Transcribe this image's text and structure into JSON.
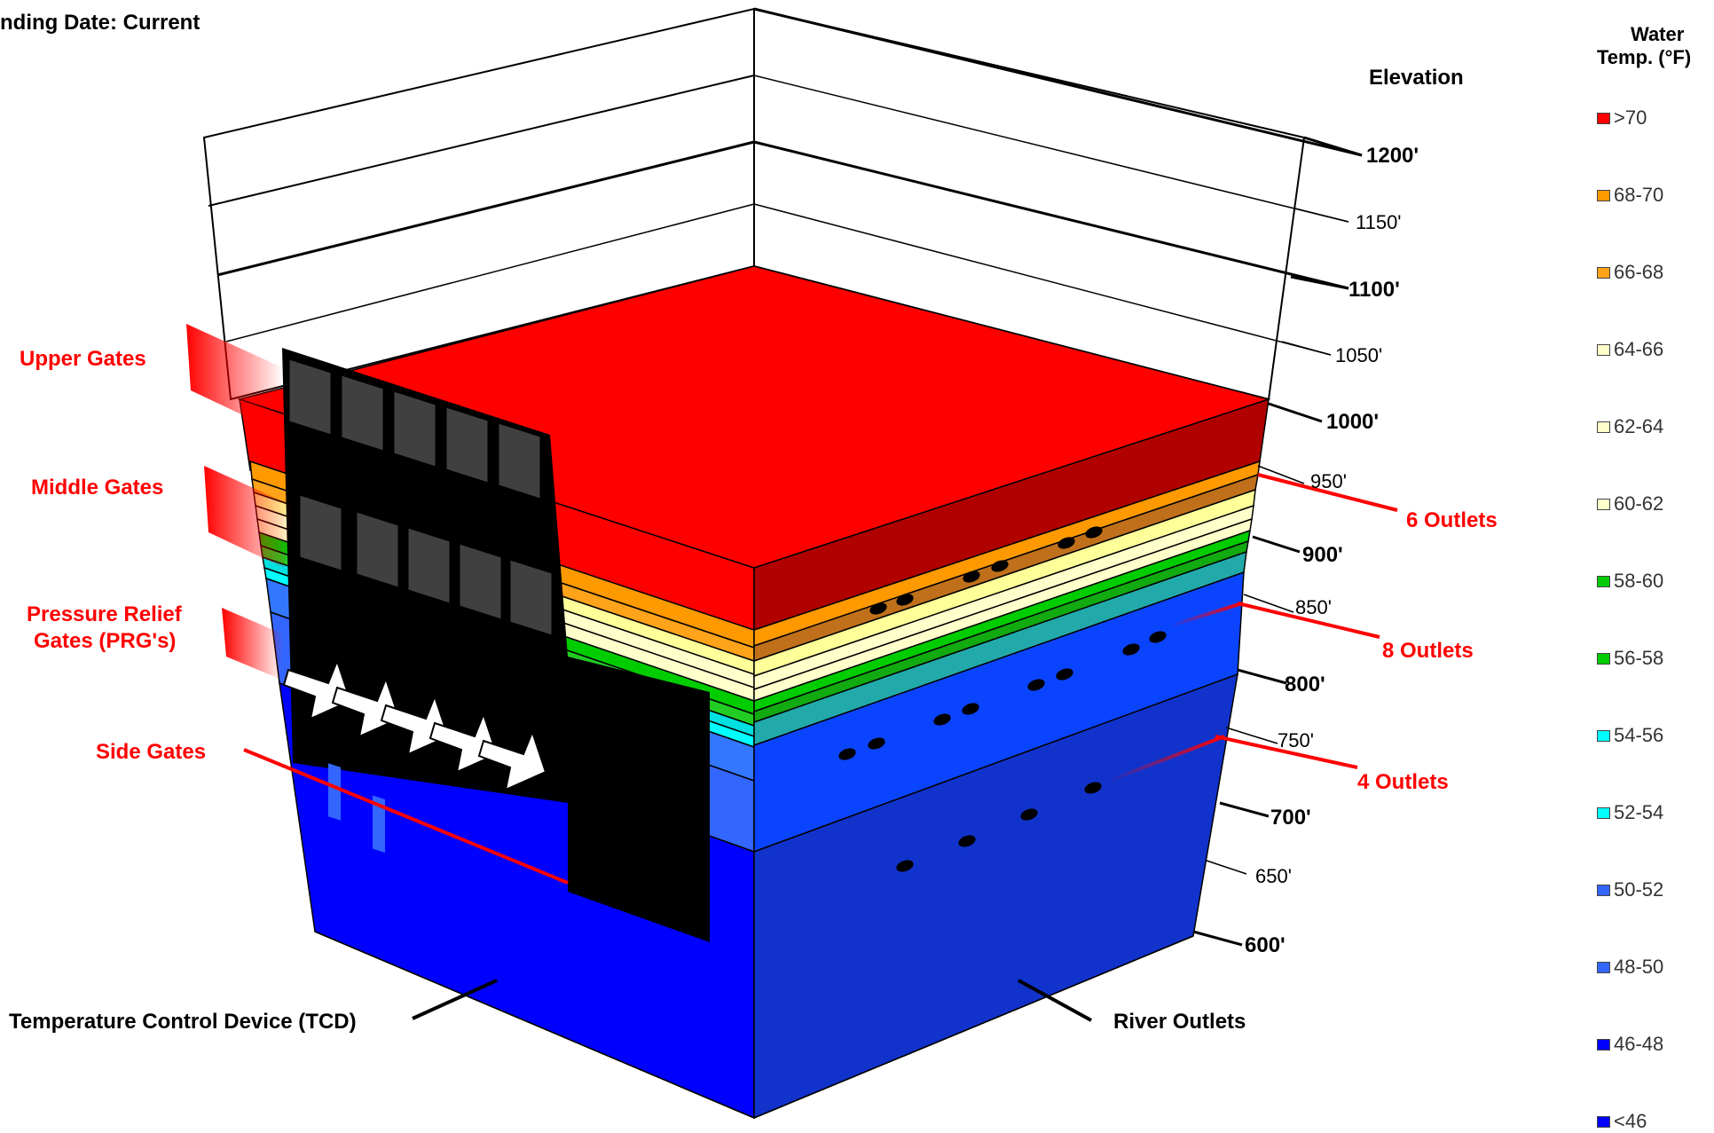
{
  "header": {
    "ending_date": "nding Date:  Current"
  },
  "legend": {
    "title_line1": "Water",
    "title_line2": "Temp. (°F)",
    "items": [
      {
        "label": ">70",
        "color": "#ff0000"
      },
      {
        "label": "68-70",
        "color": "#ff9900"
      },
      {
        "label": "66-68",
        "color": "#ffa31a"
      },
      {
        "label": "64-66",
        "color": "#ffffcc"
      },
      {
        "label": "62-64",
        "color": "#ffffcc"
      },
      {
        "label": "60-62",
        "color": "#ffffcc"
      },
      {
        "label": "58-60",
        "color": "#00cc00"
      },
      {
        "label": "56-58",
        "color": "#00cc00"
      },
      {
        "label": "54-56",
        "color": "#00ffff"
      },
      {
        "label": "52-54",
        "color": "#00ffff"
      },
      {
        "label": "50-52",
        "color": "#3366ff"
      },
      {
        "label": "48-50",
        "color": "#3366ff"
      },
      {
        "label": "46-48",
        "color": "#0000ff"
      },
      {
        "label": "<46",
        "color": "#0000ff"
      }
    ]
  },
  "elevation": {
    "title": "Elevation",
    "labels": [
      "1200'",
      "1150'",
      "1100'",
      "1050'",
      "1000'",
      "950'",
      "900'",
      "850'",
      "800'",
      "750'",
      "700'",
      "650'",
      "600'"
    ]
  },
  "gates": {
    "upper": "Upper Gates",
    "middle": "Middle Gates",
    "prg_line1": "Pressure Relief",
    "prg_line2": "Gates  (PRG's)",
    "side": "Side Gates"
  },
  "outlets": {
    "six": "6 Outlets",
    "eight": "8 Outlets",
    "four": "4 Outlets"
  },
  "bottom": {
    "tcd": "Temperature Control Device (TCD)",
    "river": "River Outlets"
  },
  "colors": {
    "water_top": "#ff0000",
    "water_right": "#c00000",
    "layer_orange": "#ff9900",
    "layer_brown": "#c87a1a",
    "layer_yellow": "#ffff99",
    "layer_cream": "#ffffcc",
    "layer_green": "#00cc00",
    "layer_teal": "#22aaaa",
    "layer_cyan": "#00ffff",
    "layer_mid_blue": "#3366ff",
    "layer_deep_blue": "#0000ff",
    "layer_deep_blue_right": "#1133cc",
    "tcd_panel": "#000000",
    "gate_panel": "#404040"
  }
}
